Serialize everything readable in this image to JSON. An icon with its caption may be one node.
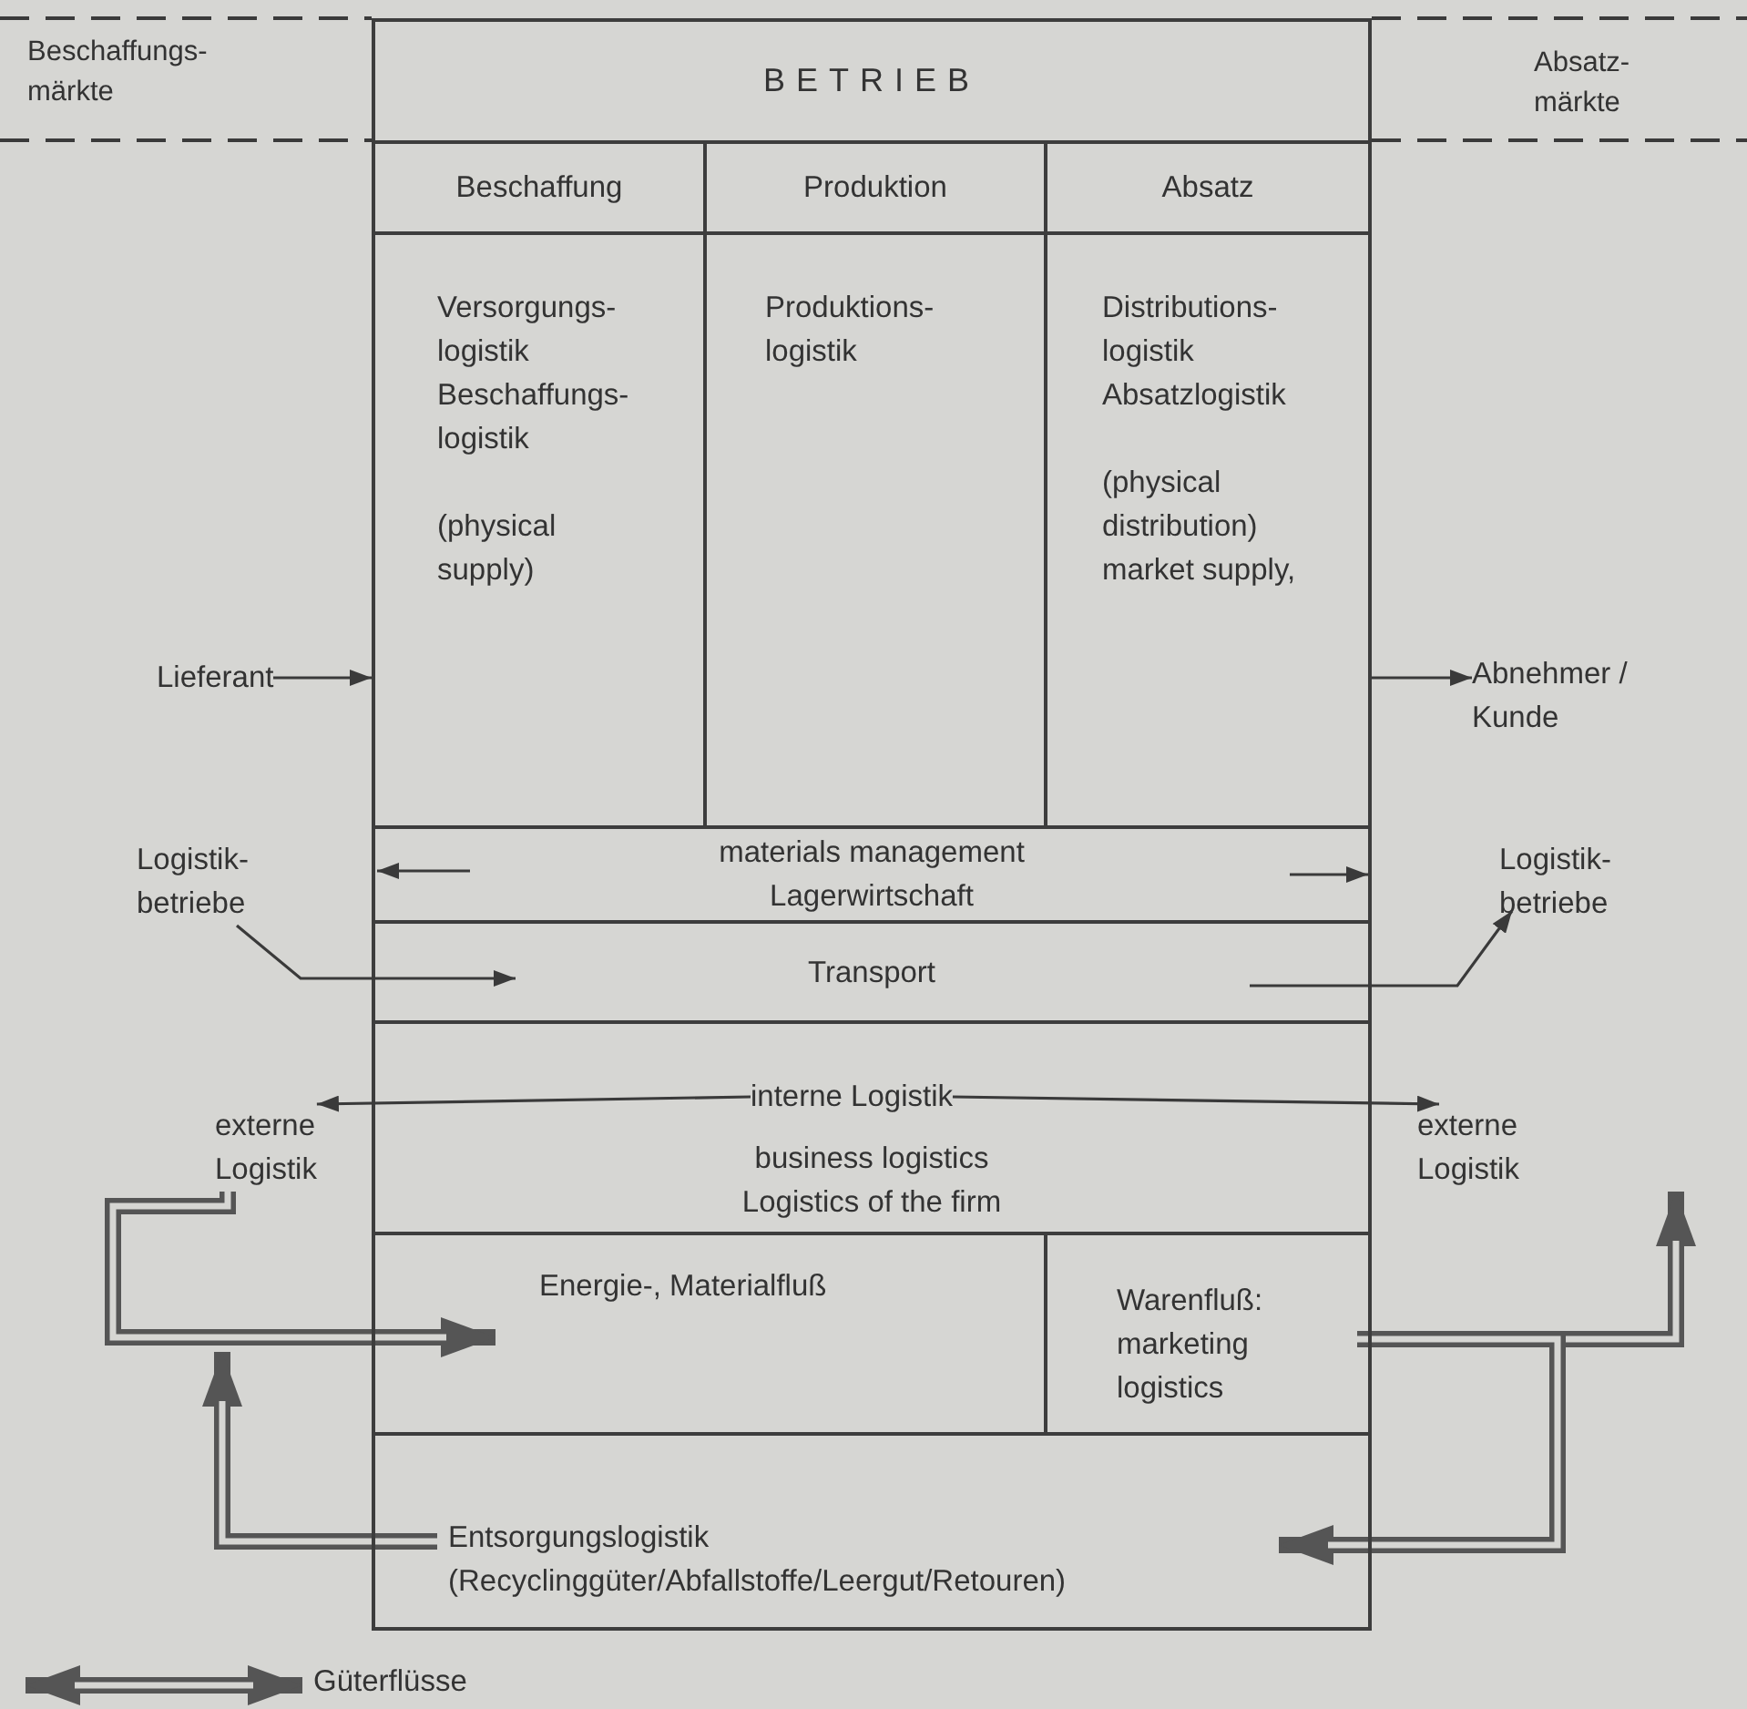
{
  "diagram": {
    "nodes": [
      {
        "text": [
          "BETRIEB"
        ]
      },
      {
        "text": [
          "Beschaffung"
        ],
        "in": 0
      },
      {
        "text": [
          "Produktion"
        ],
        "in": 0
      },
      {
        "text": [
          "Absatz"
        ],
        "in": 0
      },
      {
        "text": [
          "Versorgungs- logistik Beschaffungs- logistik",
          "(physical supply)"
        ],
        "in": 0
      },
      {
        "text": [
          "Produktions- logistik"
        ],
        "in": 0
      },
      {
        "text": [
          "Distributions- logistik Absatzlogistik",
          "(physical distribution) market supply,"
        ],
        "in": 0
      },
      {
        "text": [
          "materials management Lagerwirtschaft"
        ],
        "in": 0
      },
      {
        "text": [
          "Transport"
        ],
        "in": 0
      },
      {
        "text": [
          "business logistics Logistics of the firm"
        ],
        "in": 0
      },
      {
        "text": [
          "interne Logistik"
        ],
        "in": 9
      },
      {
        "text": [
          "Energie-, Materialfluß"
        ],
        "in": 0
      },
      {
        "text": [
          "Warenfluß: marketing logistics"
        ],
        "in": 0
      },
      {
        "text": [
          "Entsorgungslogistik (Recyclinggüter/Abfallstoffe/Leergut/Retouren)"
        ],
        "in": 0
      },
      {
        "text": [
          "Lieferant"
        ]
      },
      {
        "text": [
          "Abnehmer / Kunde"
        ]
      },
      {
        "text": [
          "Logistik- betriebe"
        ]
      },
      {
        "text": [
          "Logistik- betriebe"
        ]
      },
      {
        "text": [
          "externe Logistik"
        ]
      },
      {
        "text": [
          "externe Logistik"
        ]
      }
    ],
    "edges": [
      {
        "from": 14,
        "to": 4,
        "arrow": "to"
      },
      {
        "from": 6,
        "to": 15,
        "arrow": "to"
      },
      {
        "from": 16,
        "to": 8,
        "arrow": "to"
      },
      {
        "from": 8,
        "to": 17,
        "arrow": "to"
      },
      {
        "from": 10,
        "to": 18,
        "arrow": "to"
      },
      {
        "from": 10,
        "to": 19,
        "arrow": "to"
      },
      {
        "from": 18,
        "to": 11,
        "arrow": "to",
        "style": "thick"
      },
      {
        "from": 13,
        "to": null,
        "arrow": "to",
        "style": "thick"
      },
      {
        "from": 12,
        "to": 19,
        "arrow": "to",
        "style": "thick"
      },
      {
        "from": 12,
        "to": 13,
        "arrow": "to",
        "style": "thick"
      }
    ],
    "labels": [
      "Beschaffungs- märkte",
      "Absatz- märkte"
    ],
    "legend": [
      {
        "text": "Güterflüsse"
      }
    ]
  }
}
